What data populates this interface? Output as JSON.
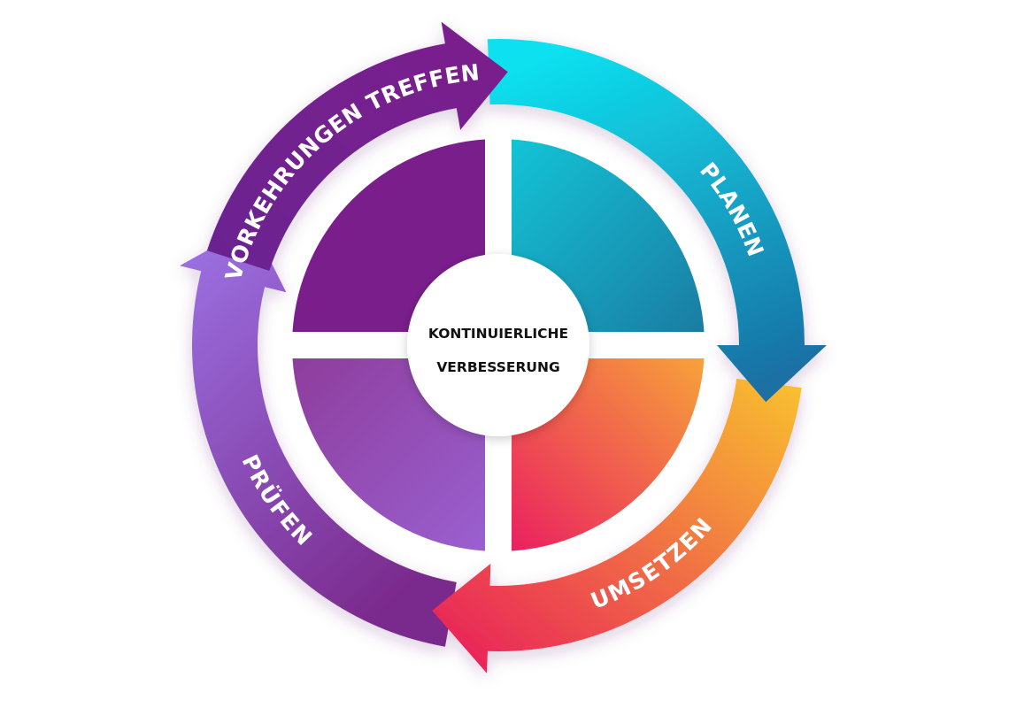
{
  "center": {
    "line1": "KONTINUIERLICHE",
    "line2": "VERBESSERUNG"
  },
  "stages": [
    {
      "id": "planen",
      "label": "PLANEN",
      "colors": [
        "#0fe0ee",
        "#1a6fa3"
      ]
    },
    {
      "id": "umsetzen",
      "label": "UMSETZEN",
      "colors": [
        "#f9c22e",
        "#e8195c"
      ]
    },
    {
      "id": "pruefen",
      "label": "PRÜFEN",
      "colors": [
        "#9d74e6",
        "#7a2a8c"
      ]
    },
    {
      "id": "vorkehrungen",
      "label": "VORKEHRUNGEN TREFFEN",
      "colors": [
        "#6a2191",
        "#7c1f8c"
      ]
    }
  ],
  "quadrants": [
    {
      "id": "top-right",
      "colors": [
        "#13c4d6",
        "#1a7ca3"
      ]
    },
    {
      "id": "bottom-right",
      "colors": [
        "#f7a23a",
        "#ea2060"
      ]
    },
    {
      "id": "bottom-left",
      "colors": [
        "#8e3d9c",
        "#9a60d0"
      ]
    },
    {
      "id": "top-left",
      "colors": [
        "#7a1e8c",
        "#7a1e8c"
      ]
    }
  ]
}
